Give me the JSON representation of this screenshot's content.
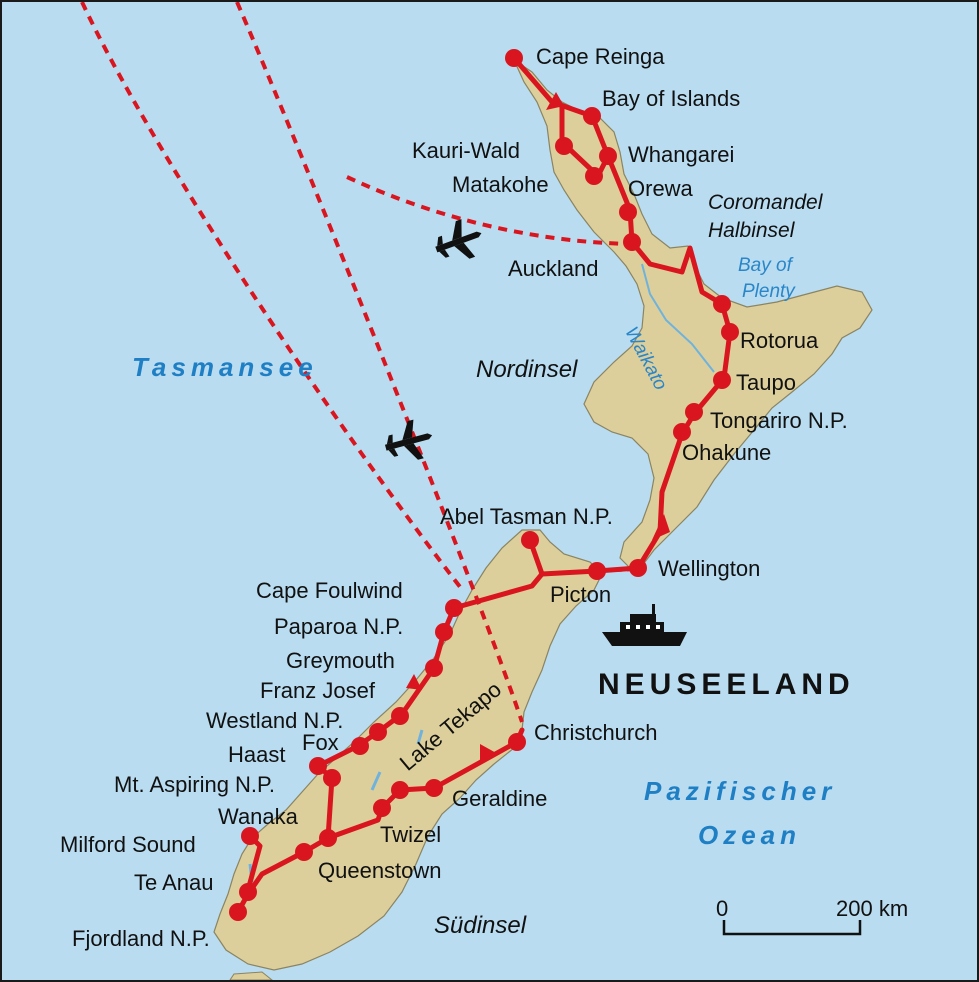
{
  "country": "NEUSEELAND",
  "regions": {
    "north_island": "Nordinsel",
    "south_island": "Südinsel"
  },
  "seas": {
    "tasman": "Tasmansee",
    "pacific_line1": "Pazifischer",
    "pacific_line2": "Ozean"
  },
  "water_labels": {
    "bay_line1": "Bay of",
    "bay_line2": "Plenty",
    "river": "Waikato"
  },
  "peninsula": {
    "line1": "Coromandel",
    "line2": "Halbinsel"
  },
  "places": {
    "cape_reinga": "Cape Reinga",
    "bay_of_islands": "Bay of Islands",
    "kauri_wald": "Kauri-Wald",
    "whangarei": "Whangarei",
    "matakohe": "Matakohe",
    "orewa": "Orewa",
    "auckland": "Auckland",
    "rotorua": "Rotorua",
    "taupo": "Taupo",
    "tongariro": "Tongariro N.P.",
    "ohakune": "Ohakune",
    "wellington": "Wellington",
    "abel_tasman": "Abel Tasman N.P.",
    "picton": "Picton",
    "cape_foulwind": "Cape Foulwind",
    "paparoa": "Paparoa N.P.",
    "greymouth": "Greymouth",
    "franz_josef": "Franz Josef",
    "westland": "Westland N.P.",
    "fox": "Fox",
    "haast": "Haast",
    "mt_aspiring": "Mt. Aspiring N.P.",
    "wanaka": "Wanaka",
    "milford_sound": "Milford Sound",
    "te_anau": "Te Anau",
    "fjordland": "Fjordland N.P.",
    "queenstown": "Queenstown",
    "twizel": "Twizel",
    "geraldine": "Geraldine",
    "lake_tekapo": "Lake Tekapo",
    "christchurch": "Christchurch"
  },
  "scale": {
    "zero": "0",
    "distance": "200 km"
  },
  "colors": {
    "sea": "#b9dcf0",
    "land": "#dccf9c",
    "route": "#d9161f",
    "text": "#111111",
    "water_text": "#1f7fc4"
  },
  "icons": [
    "airplane-icon",
    "airplane-icon",
    "ferry-icon"
  ]
}
